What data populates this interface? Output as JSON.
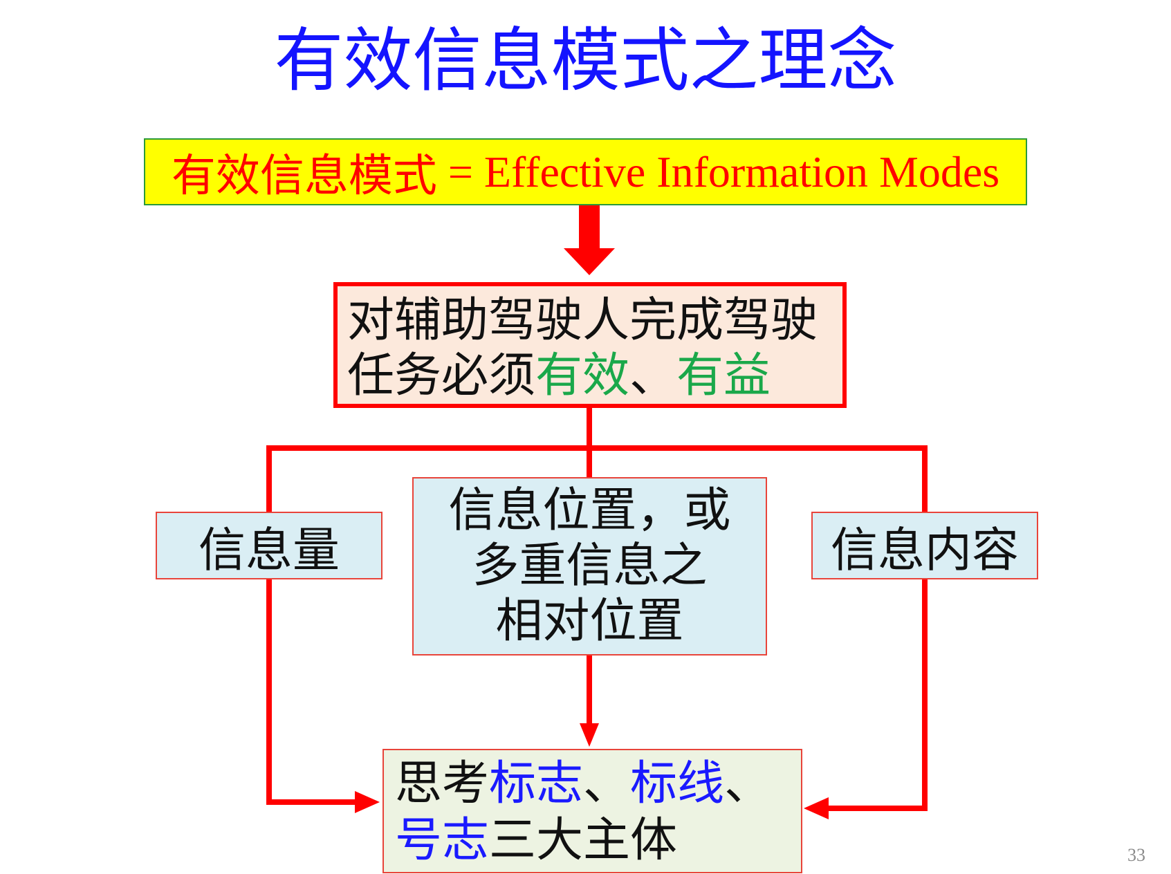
{
  "title": "有效信息模式之理念",
  "definition": {
    "chinese": "有效信息模式",
    "equals_english": "= Effective Information Modes"
  },
  "goal": {
    "line1": "对辅助驾驶人完成驾驶",
    "line2_prefix": "任务必须",
    "line2_highlight1": "有效",
    "line2_separator": "、",
    "line2_highlight2": "有益"
  },
  "branches": {
    "left": "信息量",
    "middle": {
      "line1": "信息位置，或",
      "line2": "多重信息之",
      "line3": "相对位置"
    },
    "right": "信息内容"
  },
  "result": {
    "line1_prefix": "思考",
    "line1_highlight1": "标志",
    "line1_sep1": "、",
    "line1_highlight2": "标线",
    "line1_sep2": "、",
    "line2_highlight": "号志",
    "line2_suffix": "三大主体"
  },
  "page_number": "33",
  "colors": {
    "title": "#1414ff",
    "connector": "#ff0000",
    "definition_bg": "#ffff00",
    "definition_text": "#ff0000",
    "goal_bg": "#fce9dc",
    "highlight_green": "#1aa84a",
    "highlight_blue": "#1a1aff",
    "branch_bg": "#daeef4",
    "result_bg": "#edf3e2"
  }
}
